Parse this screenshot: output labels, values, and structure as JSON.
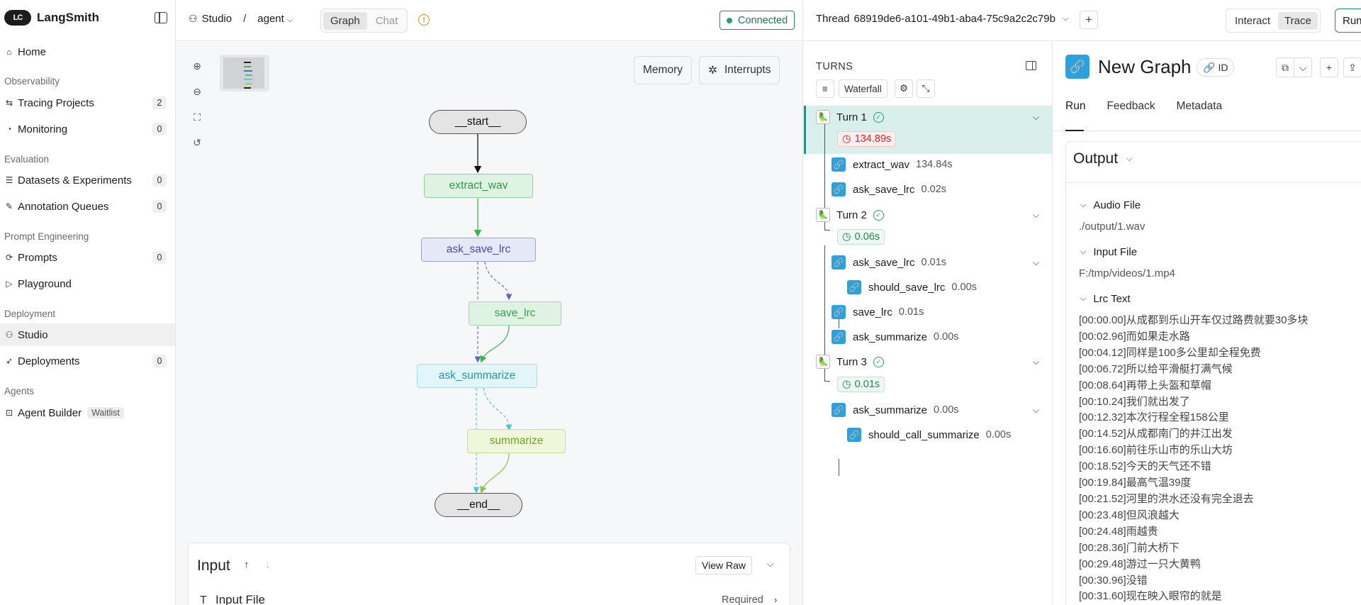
{
  "sidebar": {
    "brand": "LangSmith",
    "brand_mark": "LC",
    "home": "Home",
    "sections": {
      "observability": "Observability",
      "evaluation": "Evaluation",
      "prompt_engineering": "Prompt Engineering",
      "deployment": "Deployment",
      "agents": "Agents"
    },
    "items": [
      {
        "label": "Tracing Projects",
        "count": "2"
      },
      {
        "label": "Monitoring",
        "count": "0"
      },
      {
        "label": "Datasets & Experiments",
        "count": "0"
      },
      {
        "label": "Annotation Queues",
        "count": "0"
      },
      {
        "label": "Prompts",
        "count": "0"
      },
      {
        "label": "Playground",
        "count": ""
      },
      {
        "label": "Studio",
        "count": ""
      },
      {
        "label": "Deployments",
        "count": "0"
      },
      {
        "label": "Agent Builder",
        "badge": "Waitlist"
      }
    ]
  },
  "topbar": {
    "studio": "Studio",
    "separator": "/",
    "graph_name": "agent",
    "tabs": [
      "Graph",
      "Chat"
    ],
    "status": "Connected"
  },
  "canvas": {
    "memory": "Memory",
    "interrupts": "Interrupts",
    "nodes": {
      "start": "__start__",
      "extract_wav": "extract_wav",
      "ask_save_lrc": "ask_save_lrc",
      "save_lrc": "save_lrc",
      "ask_summarize": "ask_summarize",
      "summarize": "summarize",
      "end": "__end__"
    },
    "input": {
      "title": "Input",
      "view_raw": "View Raw",
      "field_label": "Input File",
      "required": "Required"
    }
  },
  "thread": {
    "label": "Thread",
    "id": "68919de6-a101-49b1-aba4-75c9a2c2c79b",
    "modes": [
      "Interact",
      "Trace"
    ],
    "run": "Run"
  },
  "turns": {
    "title": "TURNS",
    "waterfall": "Waterfall",
    "items": [
      {
        "label": "Turn 1",
        "latency": "134.89s"
      },
      {
        "label": "Turn 2",
        "latency": "0.06s"
      },
      {
        "label": "Turn 3",
        "latency": "0.01s"
      }
    ],
    "runs": {
      "t1_extract_wav": {
        "name": "extract_wav",
        "latency": "134.84s"
      },
      "t1_ask_save_lrc": {
        "name": "ask_save_lrc",
        "latency": "0.02s"
      },
      "t2_ask_save_lrc": {
        "name": "ask_save_lrc",
        "latency": "0.01s"
      },
      "t2_should_save_lrc": {
        "name": "should_save_lrc",
        "latency": "0.00s"
      },
      "t2_save_lrc": {
        "name": "save_lrc",
        "latency": "0.01s"
      },
      "t2_ask_summarize": {
        "name": "ask_summarize",
        "latency": "0.00s"
      },
      "t3_ask_summarize": {
        "name": "ask_summarize",
        "latency": "0.00s"
      },
      "t3_should_call_summarize": {
        "name": "should_call_summarize",
        "latency": "0.00s"
      }
    }
  },
  "detail": {
    "title": "New Graph",
    "id_label": "ID",
    "tabs": [
      "Run",
      "Feedback",
      "Metadata"
    ],
    "output_label": "Output",
    "audio_file_label": "Audio File",
    "audio_file_value": "./output/1.wav",
    "input_file_label": "Input File",
    "input_file_value": "F:/tmp/videos/1.mp4",
    "lrc_label": "Lrc Text",
    "lrc_lines": [
      "[00:00.00]从成都到乐山开车仅过路费就要30多块",
      "[00:02.96]而如果走水路",
      "[00:04.12]同样是100多公里却全程免费",
      "[00:06.72]所以给平滑艇打满气候",
      "[00:08.64]再带上头盔和草帽",
      "[00:10.24]我们就出发了",
      "[00:12.32]本次行程全程158公里",
      "[00:14.52]从成都南门的井江出发",
      "[00:16.60]前往乐山市的乐山大坊",
      "[00:18.52]今天的天气还不错",
      "[00:19.84]最高气温39度",
      "[00:21.52]河里的洪水还没有完全退去",
      "[00:23.48]但风浪越大",
      "[00:24.48]雨越贵",
      "[00:28.36]门前大桥下",
      "[00:29.48]游过一只大黄鸭",
      "[00:30.96]没错",
      "[00:31.60]现在映入眼帘的就是"
    ]
  }
}
